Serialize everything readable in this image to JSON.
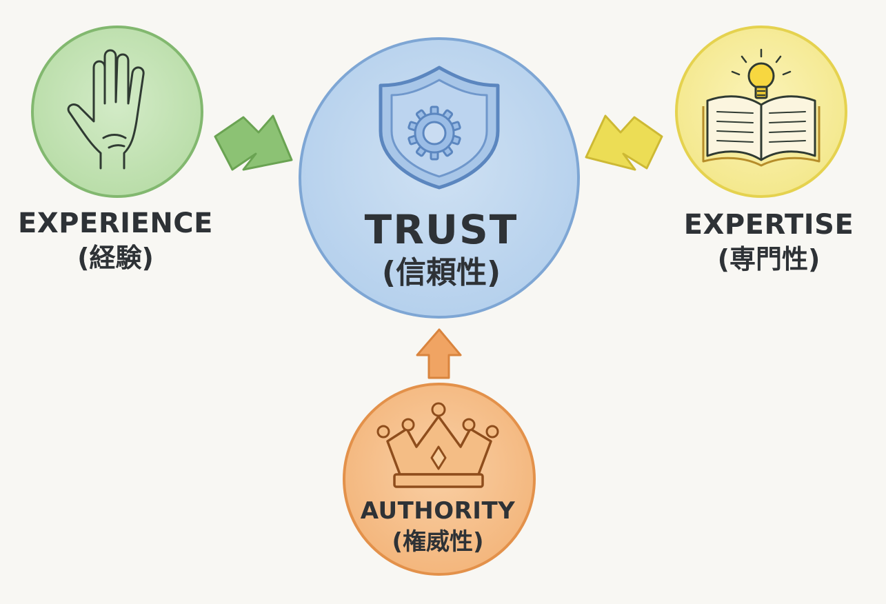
{
  "nodes": {
    "trust": {
      "en": "TRUST",
      "jp": "(信頼性)",
      "icon": "shield-gear-icon",
      "color": "#b9d4ee",
      "stroke": "#7ba3d3"
    },
    "experience": {
      "en": "EXPERIENCE",
      "jp": "(経験)",
      "icon": "hand-icon",
      "color": "#c3e2b5",
      "stroke": "#7fb56c"
    },
    "expertise": {
      "en": "EXPERTISE",
      "jp": "(専門性)",
      "icon": "book-lightbulb-icon",
      "color": "#f6ec9e",
      "stroke": "#e3cf4f"
    },
    "authority": {
      "en": "AUTHORITY",
      "jp": "(権威性)",
      "icon": "crown-icon",
      "color": "#f6c08b",
      "stroke": "#e29045"
    }
  },
  "arrows": [
    {
      "from": "experience",
      "to": "trust",
      "color": "#8cc274"
    },
    {
      "from": "expertise",
      "to": "trust",
      "color": "#ecdd55"
    },
    {
      "from": "authority",
      "to": "trust",
      "color": "#f0a463"
    }
  ]
}
